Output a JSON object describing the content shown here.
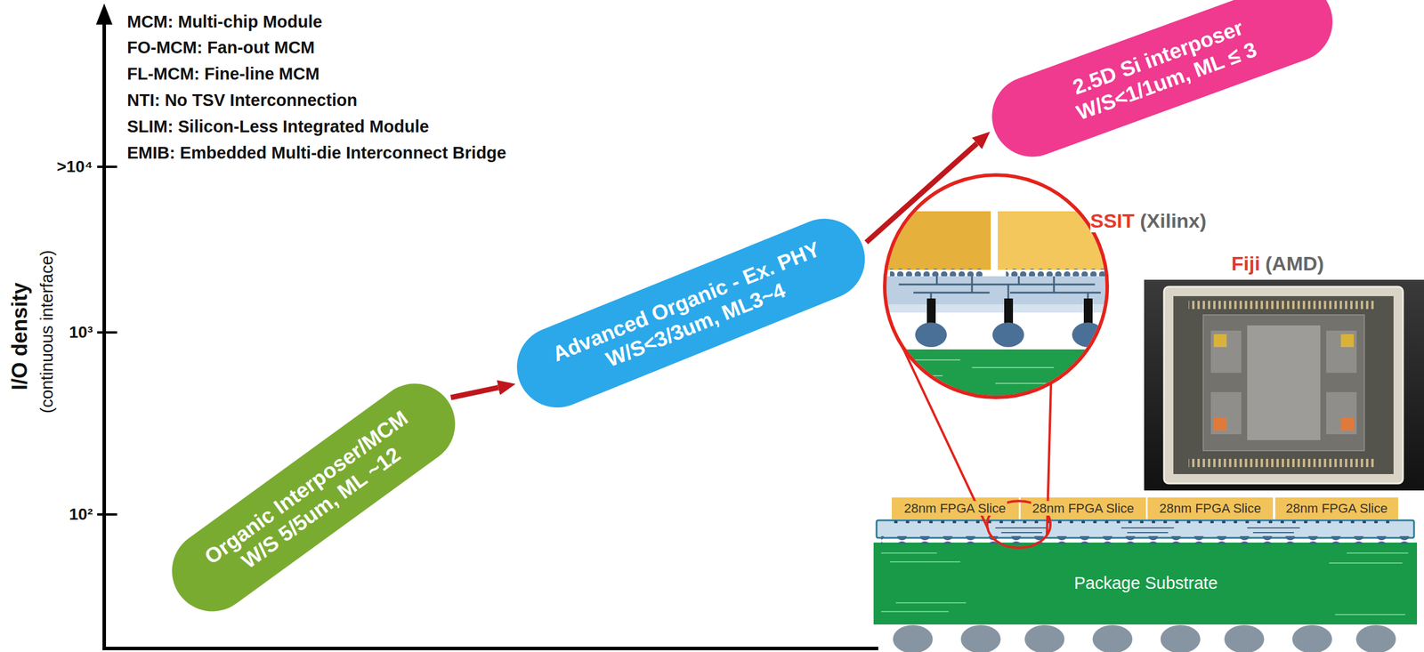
{
  "diagram": {
    "nodes": [
      {
        "text": [
          "Organic Interposer/MCM",
          "W/S 5/5um, ML ~12"
        ]
      },
      {
        "text": [
          "Advanced Organic - Ex. PHY",
          "W/S<3/3um, ML3~4"
        ]
      },
      {
        "text": [
          "2.5D Si interposer",
          "W/S<1/1um, ML ≤ 3"
        ]
      }
    ],
    "edges": [
      {
        "from": 0,
        "to": 1,
        "arrow": "to"
      },
      {
        "from": 1,
        "to": 2,
        "arrow": "to"
      }
    ],
    "labels": [
      "MCM: Multi-chip Module",
      "FO-MCM: Fan-out MCM",
      "FL-MCM: Fine-line MCM",
      "NTI: No TSV Interconnection",
      "SLIM: Silicon-Less Integrated Module",
      "EMIB: Embedded Multi-die Interconnect Bridge",
      ">10⁴",
      "10³",
      "10²",
      "I/O density",
      "(continuous interface)",
      "SSIT",
      "(Xilinx)",
      "Fiji",
      "(AMD)",
      "28nm FPGA Slice",
      "28nm FPGA Slice",
      "28nm FPGA Slice",
      "28nm FPGA Slice",
      "Package Substrate"
    ]
  }
}
